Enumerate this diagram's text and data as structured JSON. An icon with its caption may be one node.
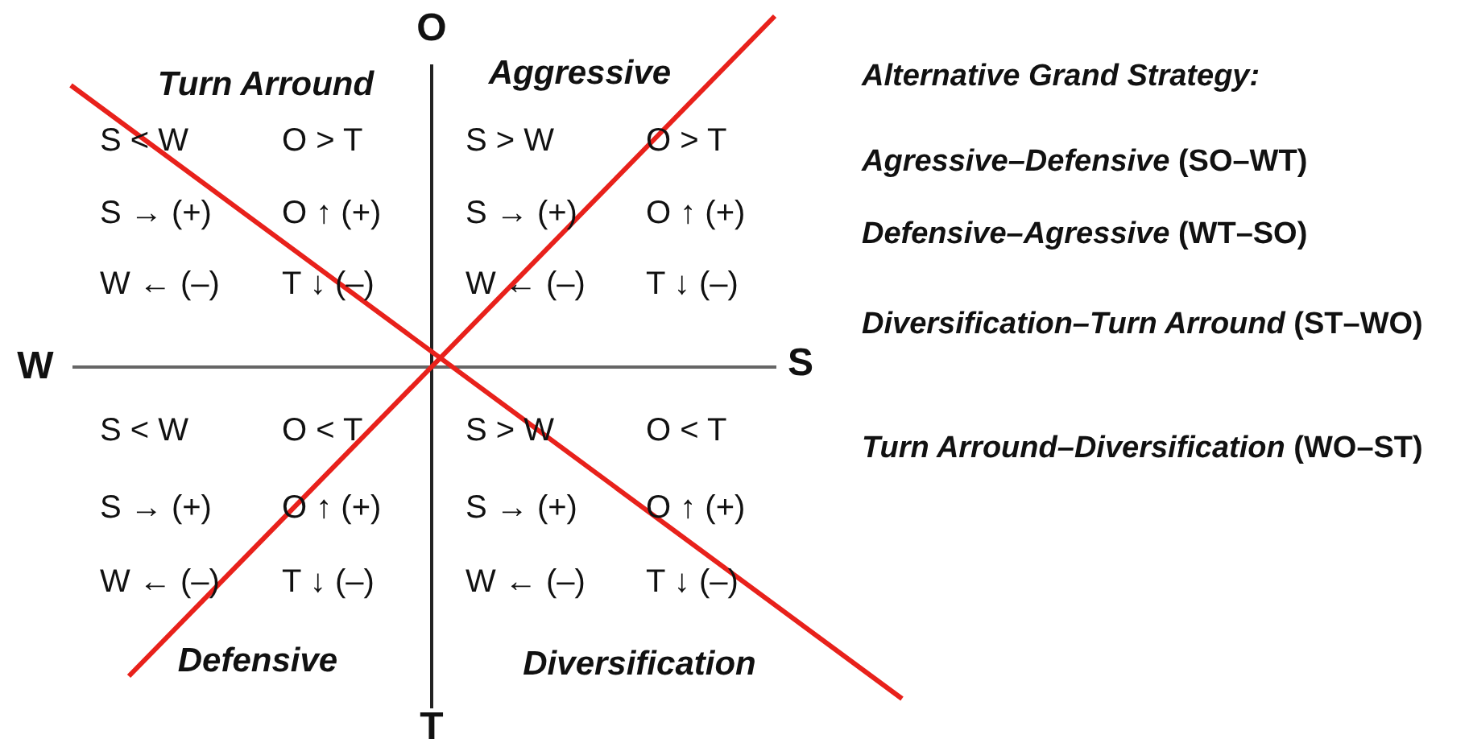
{
  "diagram": {
    "labels": [
      "O",
      "Turn Arround",
      "Aggressive",
      "S < W",
      "O > T",
      "S > W",
      "O > T",
      "S → (+)",
      "O ↑ (+)",
      "S → (+)",
      "O ↑ (+)",
      "W ← (–)",
      "T ↓ (–)",
      "W ← (–)",
      "T ↓ (–)",
      "W",
      "S",
      "S < W",
      "O < T",
      "S > W",
      "O < T",
      "S → (+)",
      "O ↑ (+)",
      "S → (+)",
      "O ↑ (+)",
      "W ← (–)",
      "T ↓ (–)",
      "W ← (–)",
      "T ↓ (–)",
      "Defensive",
      "Diversification",
      "T",
      "Alternative Grand Strategy:",
      "*Agressive–Defensive* (SO–WT)",
      "*Defensive–Agressive* (WT–SO)",
      "*Diversification–Turn Arround* (ST–WO)",
      "*Turn Arround–Diversification* (WO–ST)"
    ]
  }
}
